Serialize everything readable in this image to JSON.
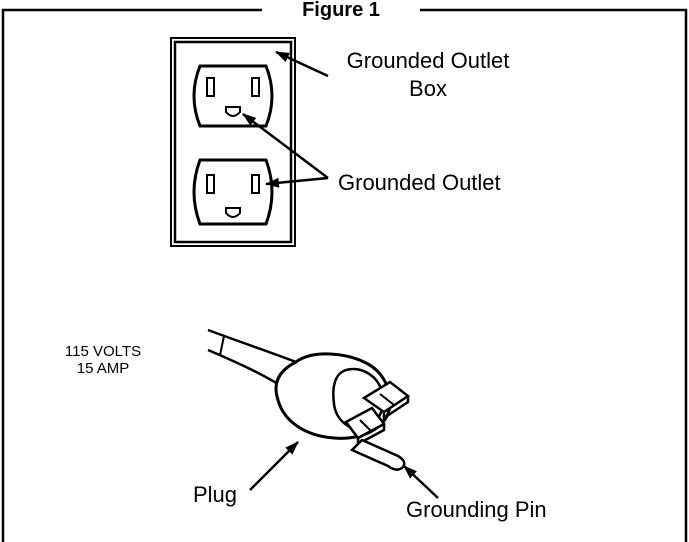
{
  "figure": {
    "title": "Figure 1",
    "labels": {
      "outlet_box_line1": "Grounded Outlet",
      "outlet_box_line2": "Box",
      "outlet": "Grounded Outlet",
      "rating_line1": "115 VOLTS",
      "rating_line2": "15 AMP",
      "plug": "Plug",
      "grounding_pin": "Grounding Pin"
    }
  }
}
